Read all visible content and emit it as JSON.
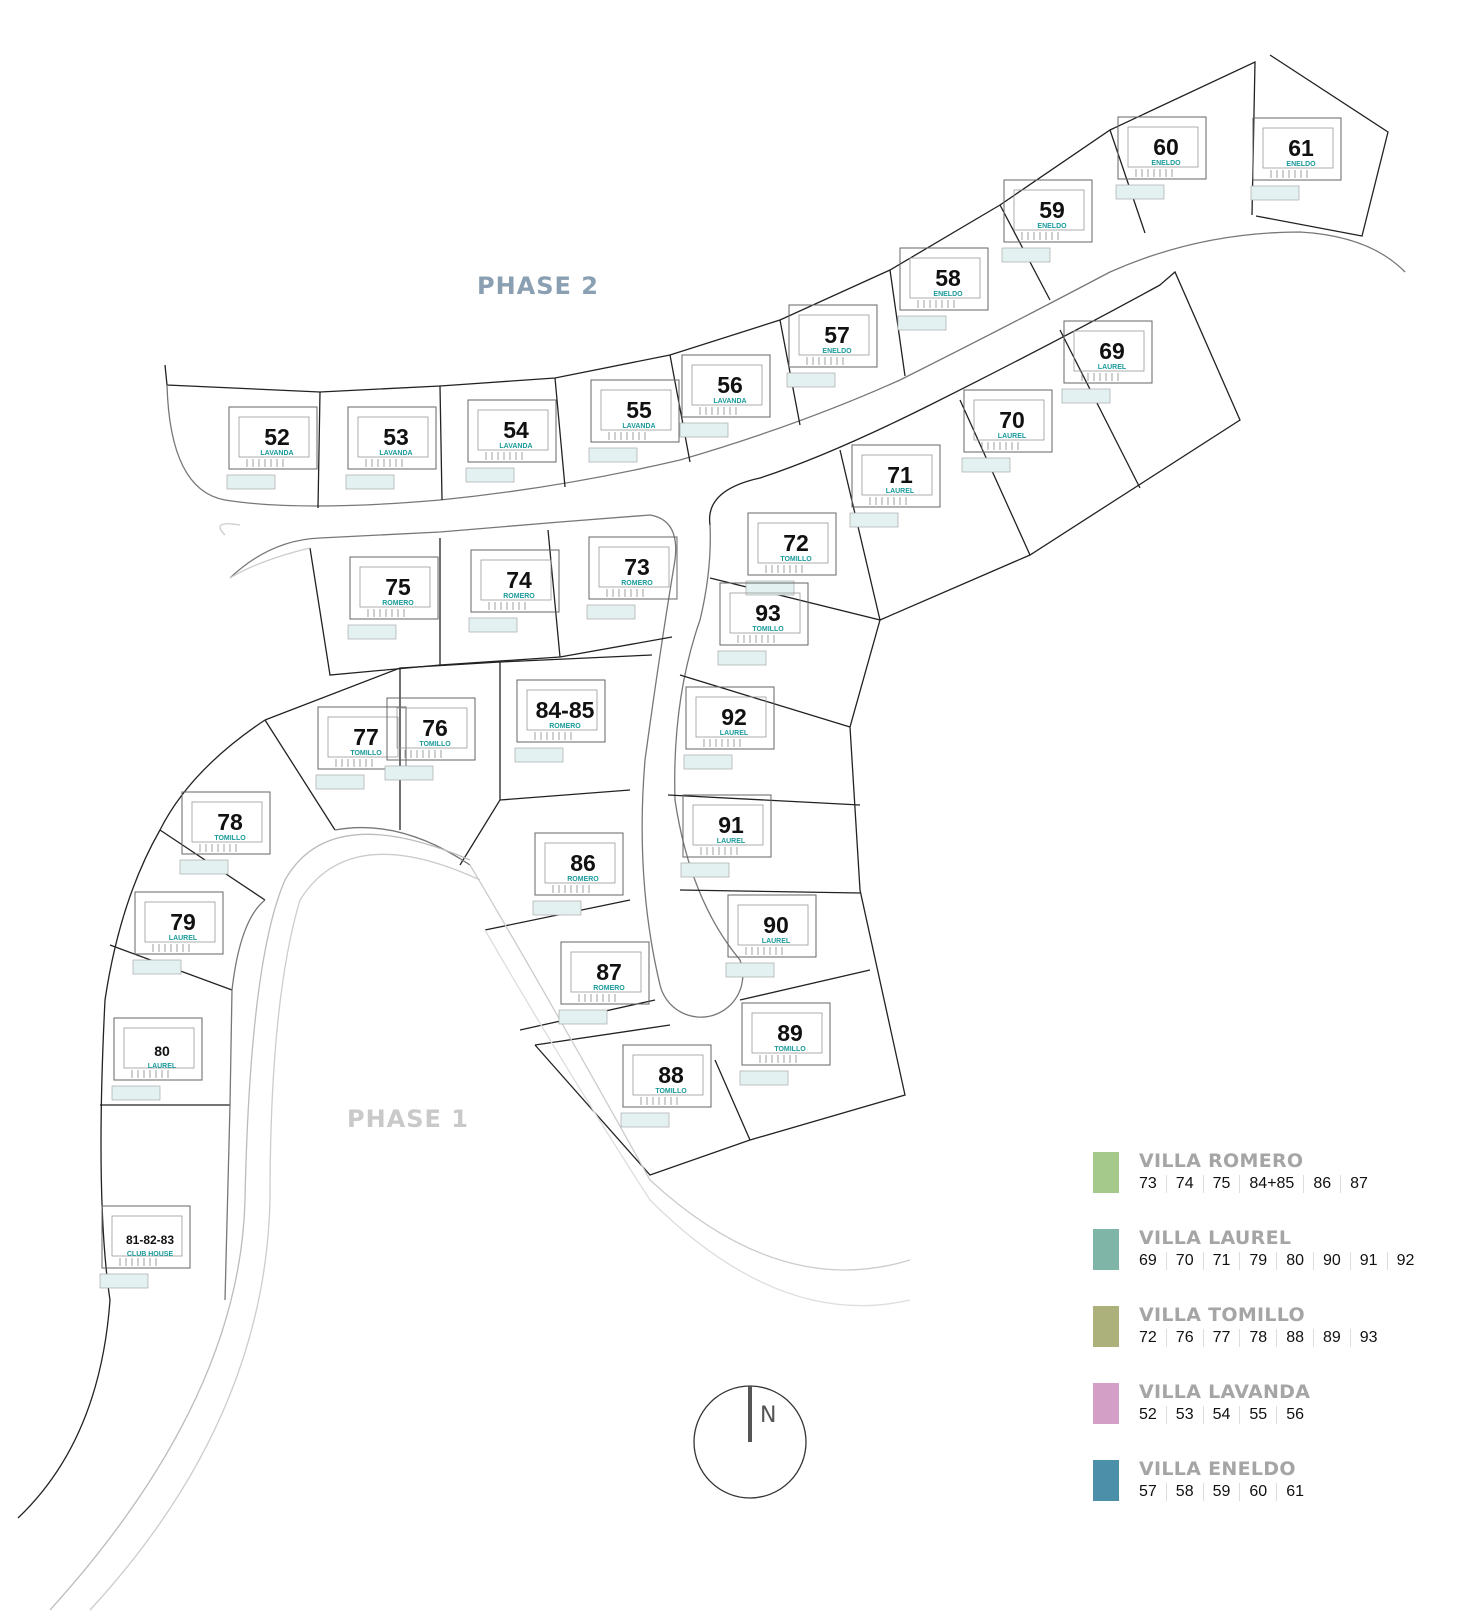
{
  "phases": {
    "phase2": "PHASE 2",
    "phase1": "PHASE 1"
  },
  "compass": {
    "label": "N"
  },
  "plots": [
    {
      "number": "52",
      "type": "LAVANDA"
    },
    {
      "number": "53",
      "type": "LAVANDA"
    },
    {
      "number": "54",
      "type": "LAVANDA"
    },
    {
      "number": "55",
      "type": "LAVANDA"
    },
    {
      "number": "56",
      "type": "LAVANDA"
    },
    {
      "number": "57",
      "type": "ENELDO"
    },
    {
      "number": "58",
      "type": "ENELDO"
    },
    {
      "number": "59",
      "type": "ENELDO"
    },
    {
      "number": "60",
      "type": "ENELDO"
    },
    {
      "number": "61",
      "type": "ENELDO"
    },
    {
      "number": "69",
      "type": "LAUREL"
    },
    {
      "number": "70",
      "type": "LAUREL"
    },
    {
      "number": "71",
      "type": "LAUREL"
    },
    {
      "number": "72",
      "type": "TOMILLO"
    },
    {
      "number": "75",
      "type": "ROMERO"
    },
    {
      "number": "74",
      "type": "ROMERO"
    },
    {
      "number": "73",
      "type": "ROMERO"
    },
    {
      "number": "93",
      "type": "TOMILLO"
    },
    {
      "number": "92",
      "type": "LAUREL"
    },
    {
      "number": "84-85",
      "type": "ROMERO"
    },
    {
      "number": "77",
      "type": "TOMILLO"
    },
    {
      "number": "76",
      "type": "TOMILLO"
    },
    {
      "number": "78",
      "type": "TOMILLO"
    },
    {
      "number": "91",
      "type": "LAUREL"
    },
    {
      "number": "86",
      "type": "ROMERO"
    },
    {
      "number": "79",
      "type": "LAUREL"
    },
    {
      "number": "90",
      "type": "LAUREL"
    },
    {
      "number": "87",
      "type": "ROMERO"
    },
    {
      "number": "89",
      "type": "TOMILLO"
    },
    {
      "number": "88",
      "type": "TOMILLO"
    },
    {
      "number": "80",
      "type": "LAUREL"
    },
    {
      "number": "81-82-83",
      "type": "CLUB HOUSE"
    }
  ],
  "legend": [
    {
      "title": "VILLA ROMERO",
      "color": "#a5c98a",
      "units": [
        "73",
        "74",
        "75",
        "84+85",
        "86",
        "87"
      ]
    },
    {
      "title": "VILLA LAUREL",
      "color": "#7fb5a6",
      "units": [
        "69",
        "70",
        "71",
        "79",
        "80",
        "90",
        "91",
        "92"
      ]
    },
    {
      "title": "VILLA TOMILLO",
      "color": "#acb07a",
      "units": [
        "72",
        "76",
        "77",
        "78",
        "88",
        "89",
        "93"
      ]
    },
    {
      "title": "VILLA LAVANDA",
      "color": "#d49fc7",
      "units": [
        "52",
        "53",
        "54",
        "55",
        "56"
      ]
    },
    {
      "title": "VILLA ENELDO",
      "color": "#4c8fa8",
      "units": [
        "57",
        "58",
        "59",
        "60",
        "61"
      ]
    }
  ]
}
